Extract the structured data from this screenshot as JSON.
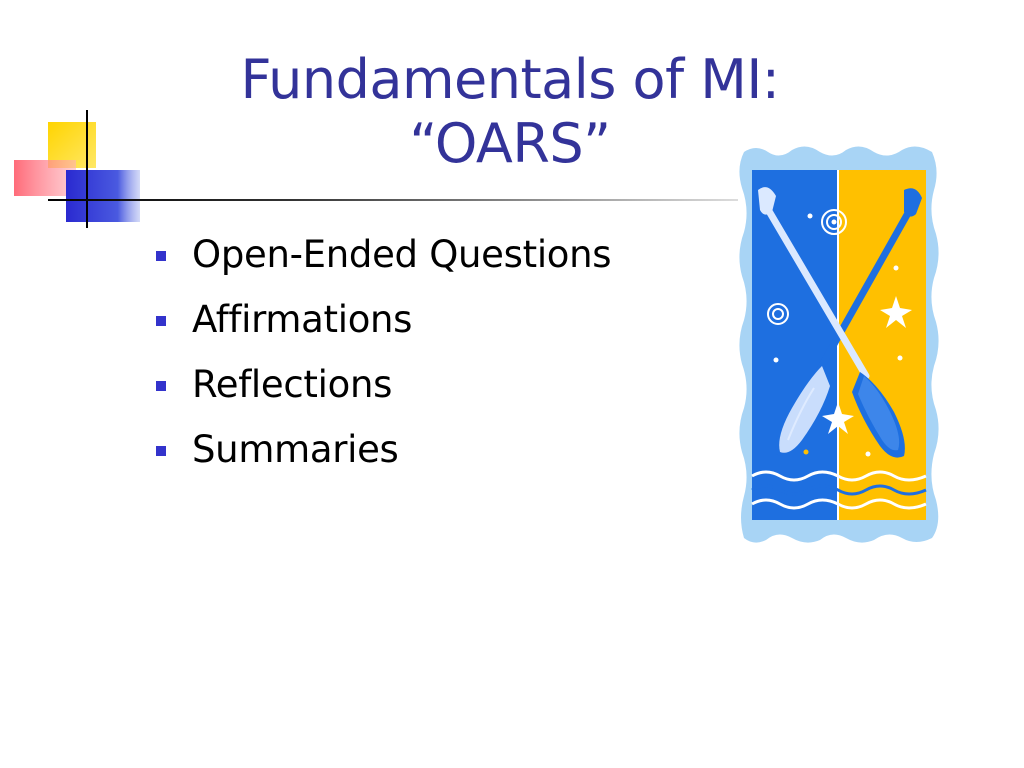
{
  "slide": {
    "title_line1": "Fundamentals of MI:",
    "title_line2": "“OARS”",
    "bullets": [
      {
        "text": "Open-Ended Questions"
      },
      {
        "text": "Affirmations"
      },
      {
        "text": "Reflections"
      },
      {
        "text": "Summaries"
      }
    ]
  },
  "colors": {
    "title": "#333399",
    "bullet": "#3333cc",
    "clipart_blue": "#1e6fe0",
    "clipart_yellow": "#ffc000",
    "clipart_border": "#a8d4f5"
  },
  "icons": {
    "decoration": "color-squares-icon",
    "clipart": "crossed-oars-icon",
    "bullet": "square-bullet-icon"
  }
}
